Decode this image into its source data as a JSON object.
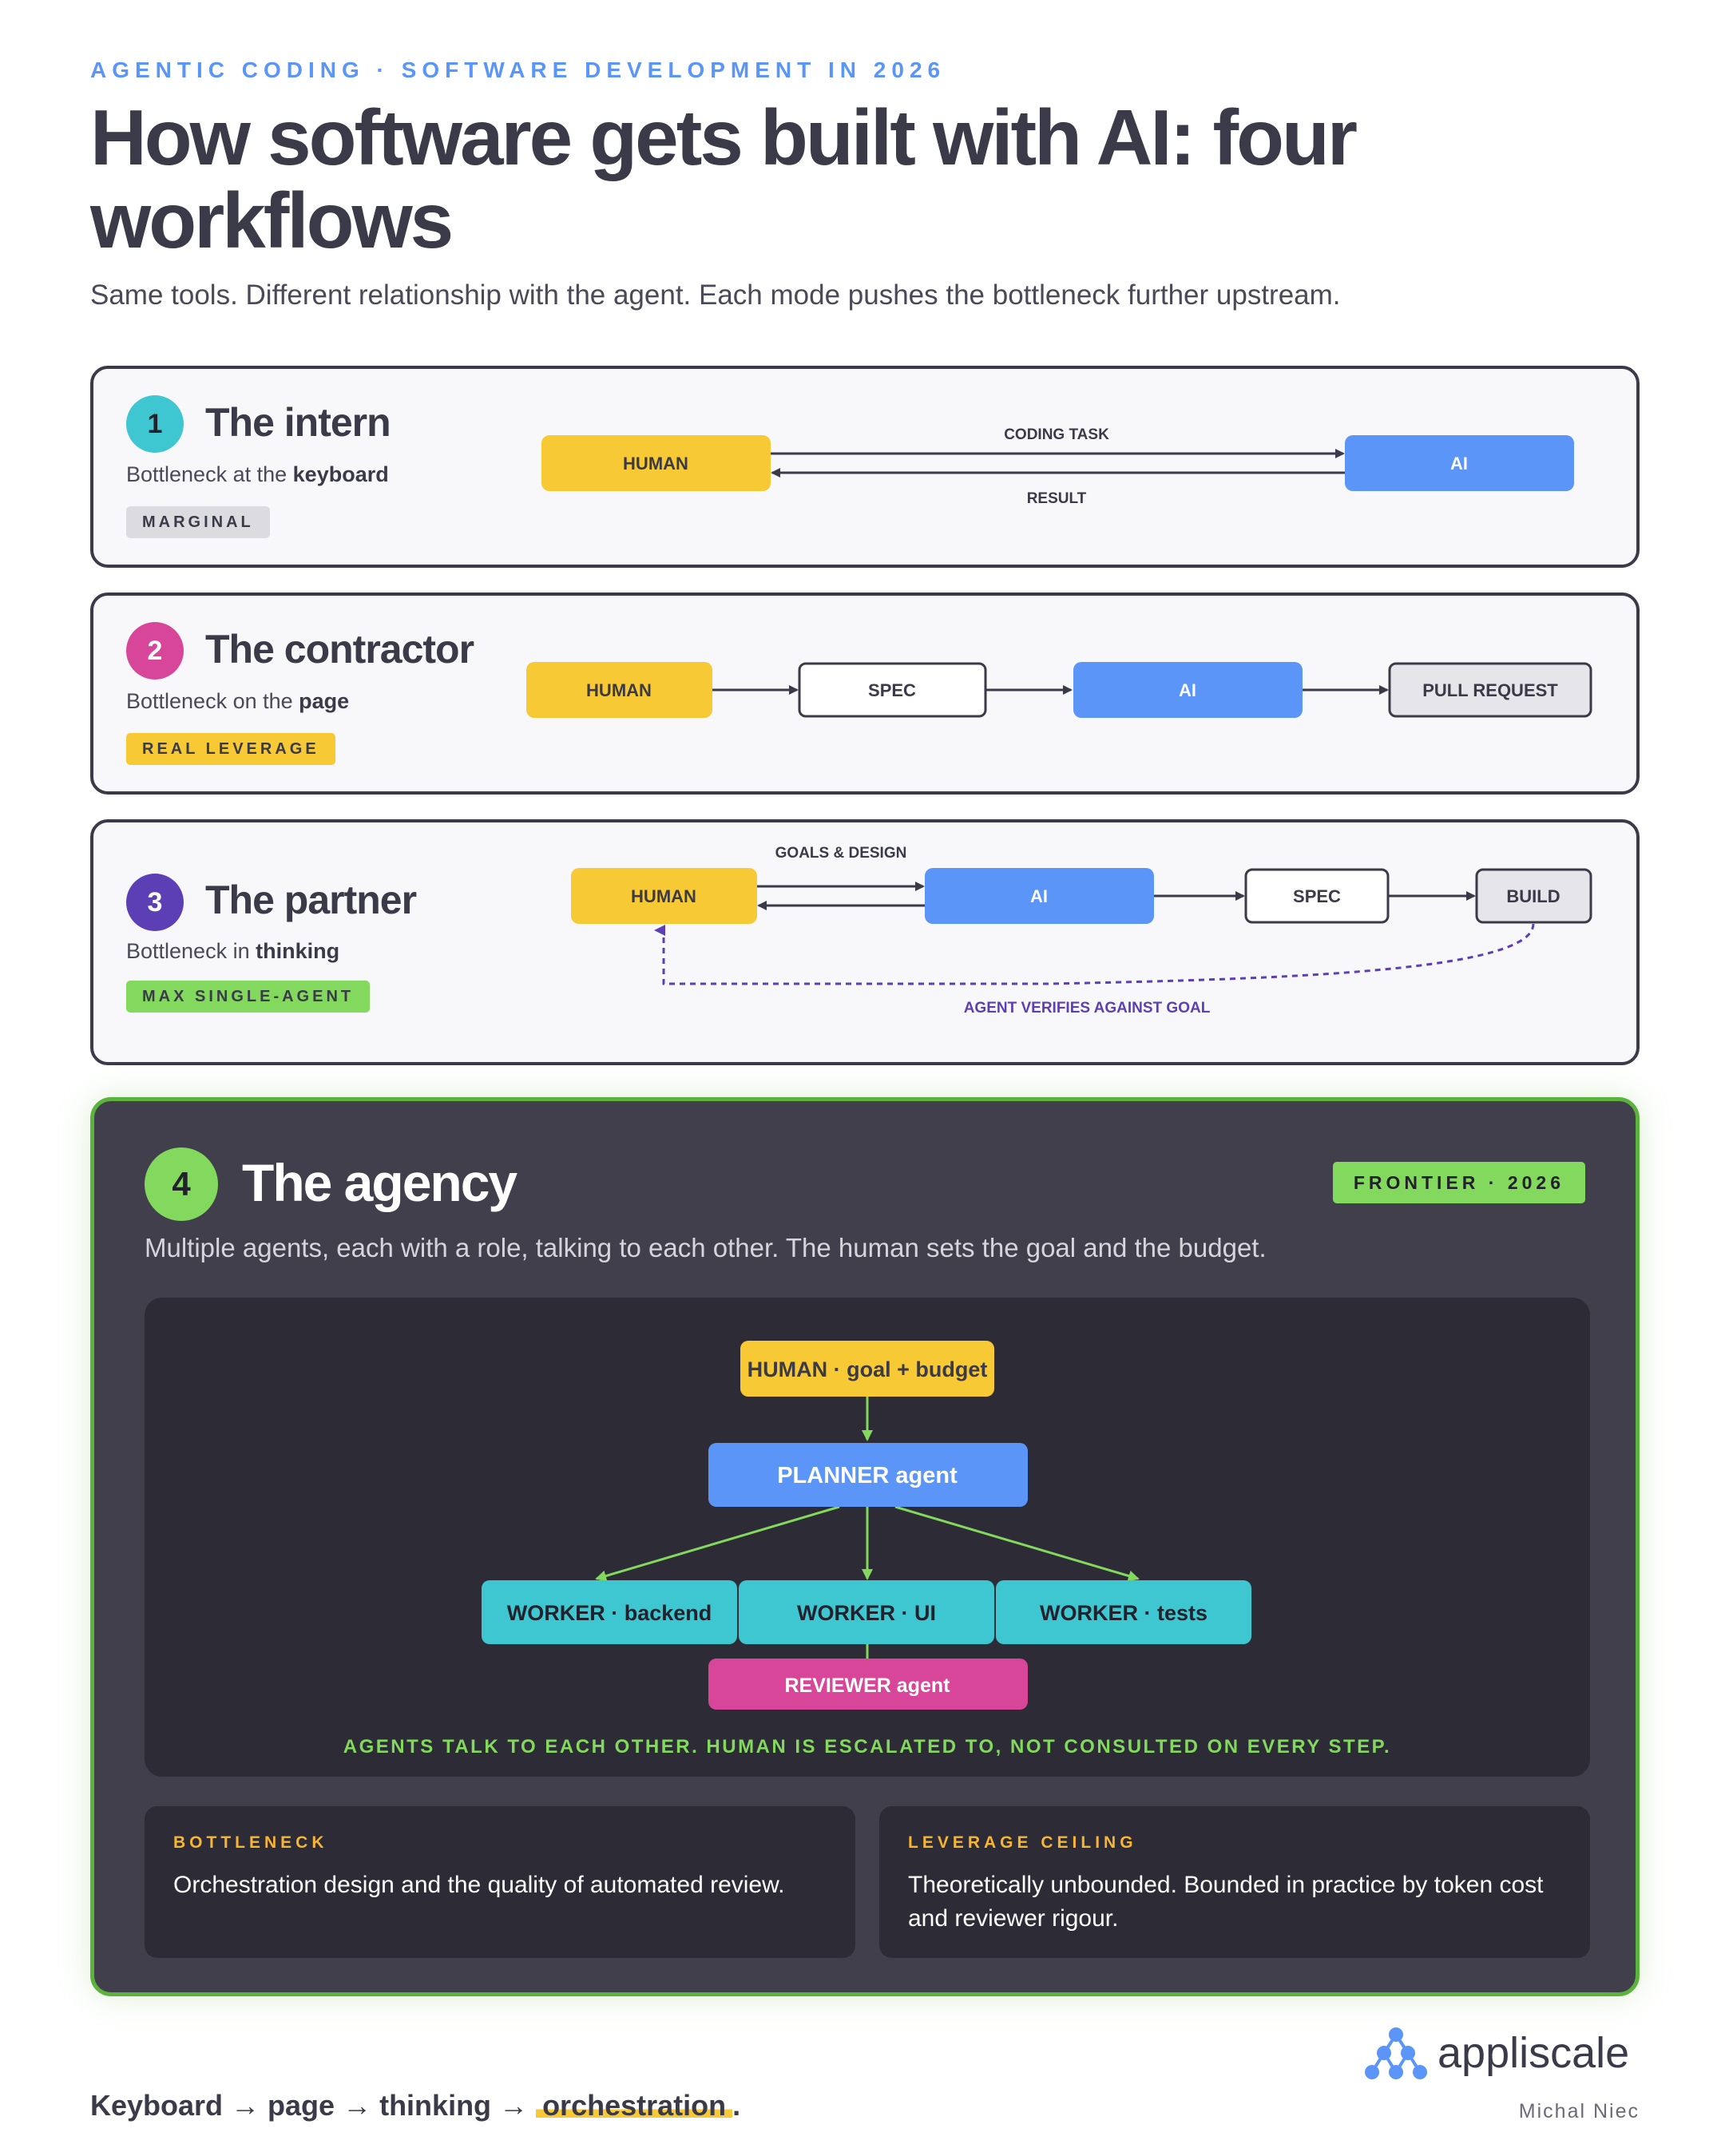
{
  "header": {
    "kicker": "AGENTIC CODING · SOFTWARE DEVELOPMENT IN 2026",
    "title": "How software gets built with AI: four workflows",
    "subtitle": "Same tools. Different relationship with the agent. Each mode pushes the bottleneck further upstream."
  },
  "colors": {
    "human": "#f7c935",
    "ai": "#5b95f7",
    "worker": "#3ec6d1",
    "reviewer": "#d8469a",
    "green": "#82d95e",
    "purple": "#5d3fb5",
    "dark": "#3b3a48"
  },
  "modes": [
    {
      "number": "1",
      "title": "The intern",
      "bottleneck_prefix": "Bottleneck at the",
      "bottleneck_key": "keyboard",
      "tag": "MARGINAL",
      "nodes": {
        "human": "HUMAN",
        "ai": "AI"
      },
      "edges": {
        "task": "CODING TASK",
        "result": "RESULT"
      }
    },
    {
      "number": "2",
      "title": "The contractor",
      "bottleneck_prefix": "Bottleneck on the",
      "bottleneck_key": "page",
      "tag": "REAL LEVERAGE",
      "nodes": {
        "human": "HUMAN",
        "spec": "SPEC",
        "ai": "AI",
        "pr": "PULL REQUEST"
      }
    },
    {
      "number": "3",
      "title": "The partner",
      "bottleneck_prefix": "Bottleneck in",
      "bottleneck_key": "thinking",
      "tag": "MAX SINGLE-AGENT",
      "nodes": {
        "human": "HUMAN",
        "ai": "AI",
        "spec": "SPEC",
        "build": "BUILD"
      },
      "edges": {
        "goals": "GOALS & DESIGN",
        "verify": "AGENT VERIFIES AGAINST GOAL"
      }
    }
  ],
  "agency": {
    "number": "4",
    "title": "The agency",
    "tag": "FRONTIER · 2026",
    "subtitle": "Multiple agents, each with a role, talking to each other. The human sets the goal and the budget.",
    "nodes": {
      "human": "HUMAN · goal + budget",
      "planner": "PLANNER agent",
      "worker_backend": "WORKER · backend",
      "worker_ui": "WORKER · UI",
      "worker_tests": "WORKER · tests",
      "reviewer": "REVIEWER agent"
    },
    "caption": "AGENTS TALK TO EACH OTHER. HUMAN IS ESCALATED TO, NOT CONSULTED ON EVERY STEP.",
    "cards": [
      {
        "label": "BOTTLENECK",
        "text": "Orchestration design and the quality of automated review."
      },
      {
        "label": "LEVERAGE CEILING",
        "text": "Theoretically unbounded. Bounded in practice by token cost and reviewer rigour."
      }
    ]
  },
  "footer": {
    "progression": "Keyboard → page → thinking → ",
    "highlight": "orchestration",
    "end": "."
  },
  "brand": {
    "name": "appliscale",
    "author": "Michal Niec"
  }
}
